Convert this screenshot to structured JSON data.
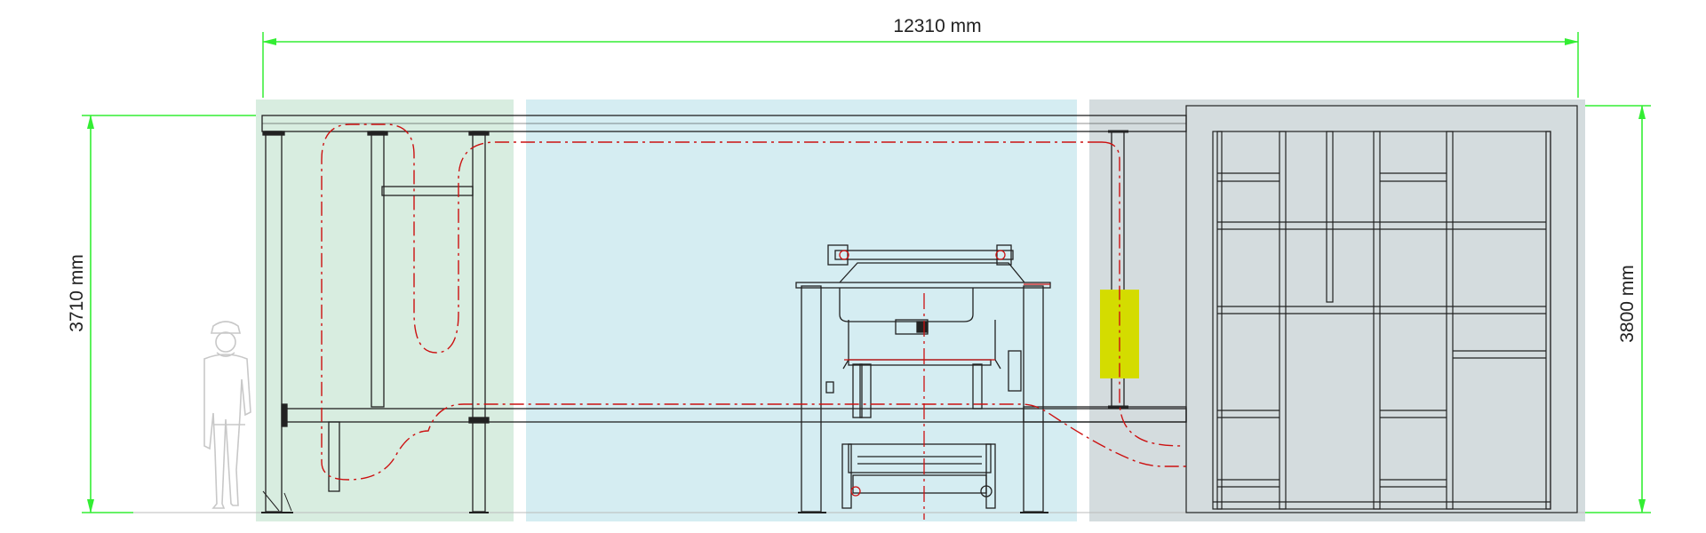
{
  "dimensions": {
    "overall_width": "12310 mm",
    "left_height": "3710 mm",
    "right_height": "3800 mm"
  },
  "colors": {
    "zone_a": "#d8ede0",
    "zone_b": "#d5edf2",
    "zone_c": "#d4dcde",
    "dimension_line": "#33ee33",
    "path_line": "#cc1111",
    "structure": "#222222",
    "highlight": "#d4dc00",
    "figure": "#c8c8c8"
  }
}
